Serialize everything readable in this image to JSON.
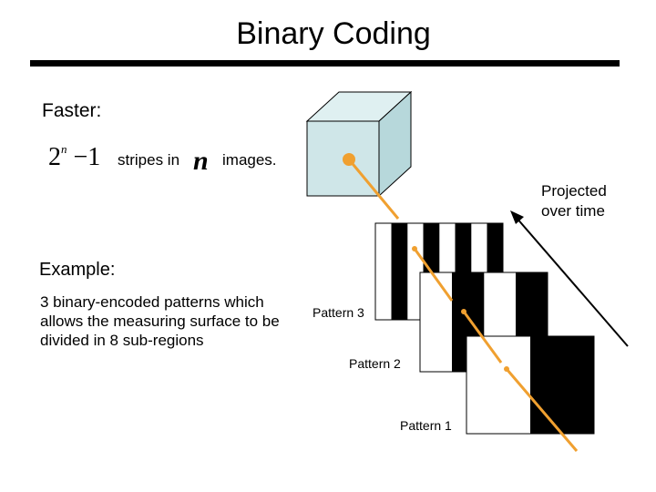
{
  "title": "Binary Coding",
  "faster": {
    "heading": "Faster:",
    "formula_base": "2",
    "formula_exp": "n",
    "formula_tail": "−1",
    "stripes_in": "stripes in",
    "n_var": "n",
    "images": "images."
  },
  "projected_label": [
    "Projected",
    "over time"
  ],
  "example": {
    "heading": "Example:",
    "body": "3 binary-encoded patterns which allows the measuring surface to be divided in 8 sub-regions"
  },
  "patterns": [
    {
      "label": "Pattern 3",
      "stripes": [
        0,
        1,
        0,
        1,
        0,
        1,
        0,
        1
      ]
    },
    {
      "label": "Pattern 2",
      "stripes": [
        0,
        0,
        1,
        1,
        0,
        0,
        1,
        1
      ]
    },
    {
      "label": "Pattern 1",
      "stripes": [
        0,
        0,
        0,
        0,
        1,
        1,
        1,
        1
      ]
    }
  ],
  "colors": {
    "projector_front": "#cfe6e8",
    "projector_top": "#dff0f1",
    "projector_side": "#b7d8db",
    "ray": "#f0a030",
    "stripe_dark": "#000000",
    "stripe_light": "#ffffff"
  }
}
